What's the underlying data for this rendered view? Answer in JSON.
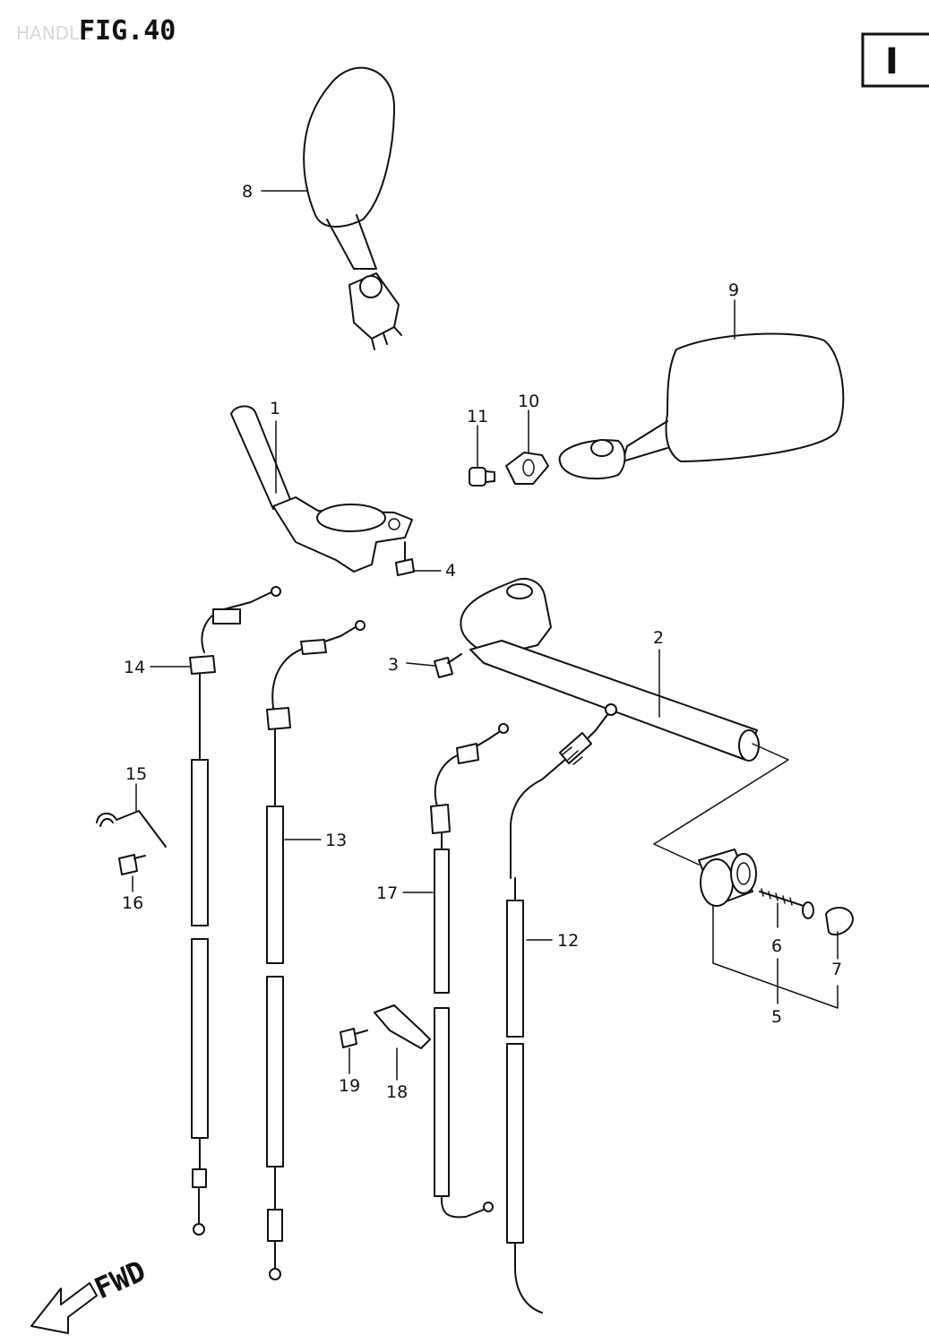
{
  "figure": {
    "title": "FIG.40",
    "watermark": "HANDLE",
    "section_badge": "I",
    "fwd_label": "FWD"
  },
  "callouts": {
    "p1": "1",
    "p2": "2",
    "p3": "3",
    "p4": "4",
    "p5": "5",
    "p6": "6",
    "p7": "7",
    "p8": "8",
    "p9": "9",
    "p10": "10",
    "p11": "11",
    "p12": "12",
    "p13": "13",
    "p14": "14",
    "p15": "15",
    "p16": "16",
    "p17": "17",
    "p18": "18",
    "p19": "19"
  }
}
